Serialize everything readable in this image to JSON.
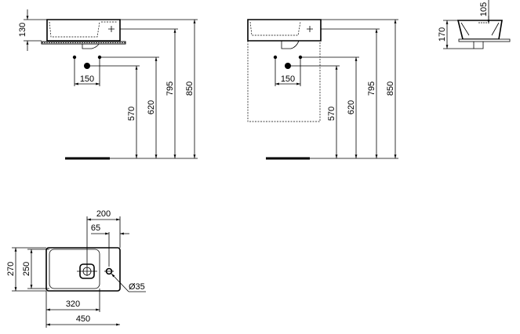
{
  "front_view": {
    "dim_height": "130",
    "dim_waste_spacing": "150",
    "dim_570": "570",
    "dim_620": "620",
    "dim_795": "795",
    "dim_850": "850"
  },
  "front_view_pedestal": {
    "dim_waste_spacing": "150",
    "dim_570": "570",
    "dim_620": "620",
    "dim_795": "795",
    "dim_850": "850"
  },
  "side_view": {
    "dim_height": "170",
    "dim_tap": "105"
  },
  "plan_view": {
    "dim_depth_outer": "270",
    "dim_depth_inner": "250",
    "dim_waste_offset": "200",
    "dim_tap_offset": "65",
    "dim_bowl_width": "320",
    "dim_width": "450",
    "dim_tap_hole": "Ø35"
  }
}
